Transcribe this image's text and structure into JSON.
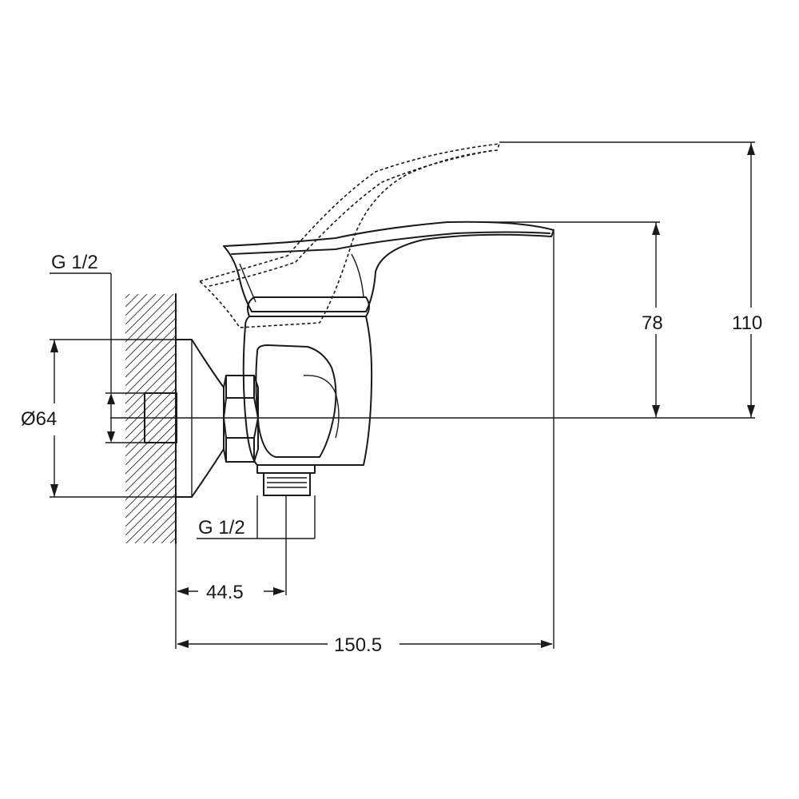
{
  "diagram": {
    "labels": {
      "thread_back": "G 1/2",
      "diameter": "Ø64",
      "thread_bottom": "G 1/2",
      "offset_outlet": "44.5",
      "total_length": "150.5",
      "height_handle": "78",
      "height_lever_up": "110"
    }
  }
}
